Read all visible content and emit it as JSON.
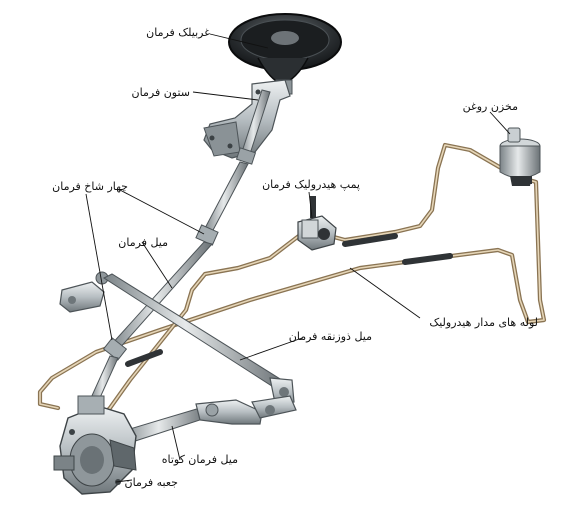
{
  "labels": {
    "steering_wheel": "غربيلک فرمان",
    "steering_column": "ستون فرمان",
    "oil_reservoir": "مخزن روغن",
    "hydraulic_pump": "پمپ هيدروليک فرمان",
    "universal_joint": "چهار شاخ فرمان",
    "steering_shaft": "ميل فرمان",
    "hydraulic_lines": "لوله های مدار هيدروليک",
    "drag_link": "ميل ذوزنقه فرمان",
    "short_link": "ميل فرمان کوتاه",
    "steering_box": "جعبه فرمان"
  },
  "colors": {
    "metal_light": "#d9dde0",
    "metal_mid": "#a9b1b5",
    "metal_dark": "#5e6569",
    "copper": "#c8b08a",
    "hose": "#3a3f43"
  }
}
